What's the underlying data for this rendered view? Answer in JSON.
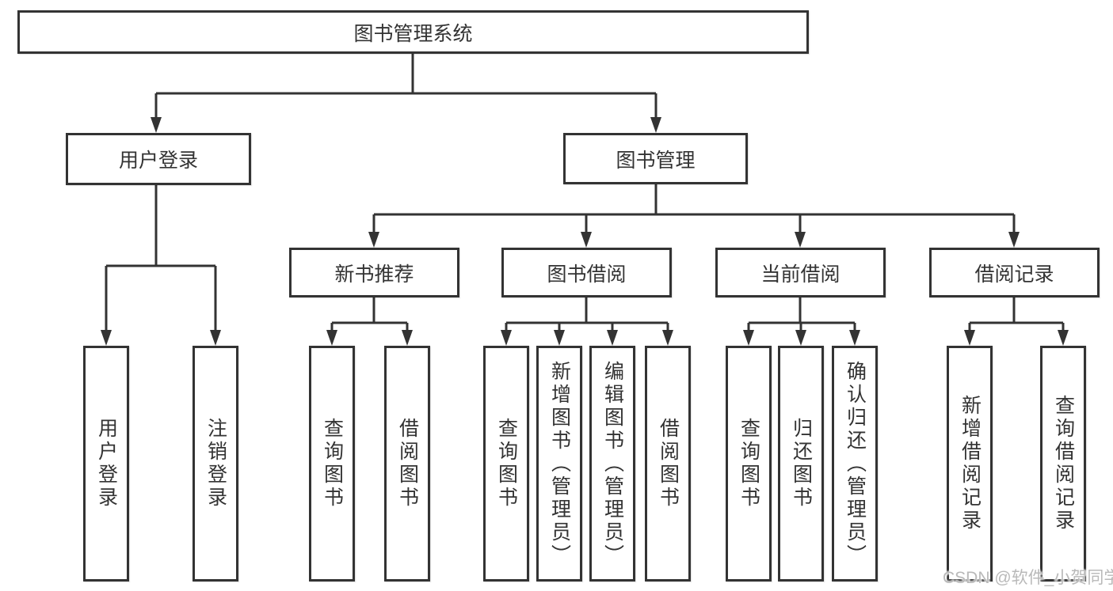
{
  "diagram": {
    "title": "图书管理系统",
    "level2": {
      "user_login": "用户登录",
      "book_management": "图书管理"
    },
    "level3": {
      "new_book_recommend": "新书推荐",
      "book_borrowing": "图书借阅",
      "current_borrowing": "当前借阅",
      "borrowing_records": "借阅记录"
    },
    "leaves": {
      "user_login": [
        "用户登录",
        "注销登录"
      ],
      "new_book_recommend": [
        "查询图书",
        "借阅图书"
      ],
      "book_borrowing": [
        "查询图书",
        "新增图书（管理员）",
        "编辑图书（管理员）",
        "借阅图书"
      ],
      "current_borrowing": [
        "查询图书",
        "归还图书",
        "确认归还（管理员）"
      ],
      "borrowing_records": [
        "新增借阅记录",
        "查询借阅记录"
      ]
    },
    "colors": {
      "line": "#333333",
      "text": "#333333",
      "background": "#ffffff",
      "watermark": "#b9b9b9"
    }
  },
  "watermark": {
    "text": "CSDN @软件_小贺同学"
  }
}
